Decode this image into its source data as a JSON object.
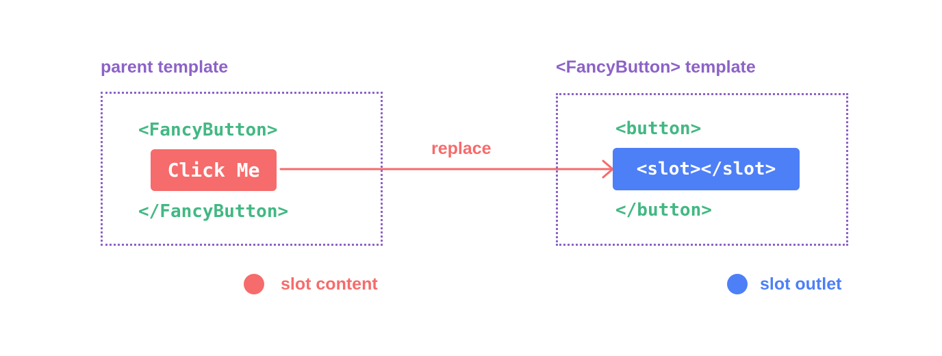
{
  "parent_template": {
    "title": "parent template",
    "open_tag": "<FancyButton>",
    "content": "Click Me",
    "close_tag": "</FancyButton>"
  },
  "fancy_template": {
    "title": "<FancyButton> template",
    "open_tag": "<button>",
    "slot": "<slot></slot>",
    "close_tag": "</button>"
  },
  "arrow": {
    "label": "replace"
  },
  "legend": {
    "content_label": "slot content",
    "outlet_label": "slot outlet"
  },
  "colors": {
    "frame": "#8c62c7",
    "code": "#42b883",
    "slot_content": "#f66b6b",
    "slot_outlet": "#4d7ff7"
  }
}
